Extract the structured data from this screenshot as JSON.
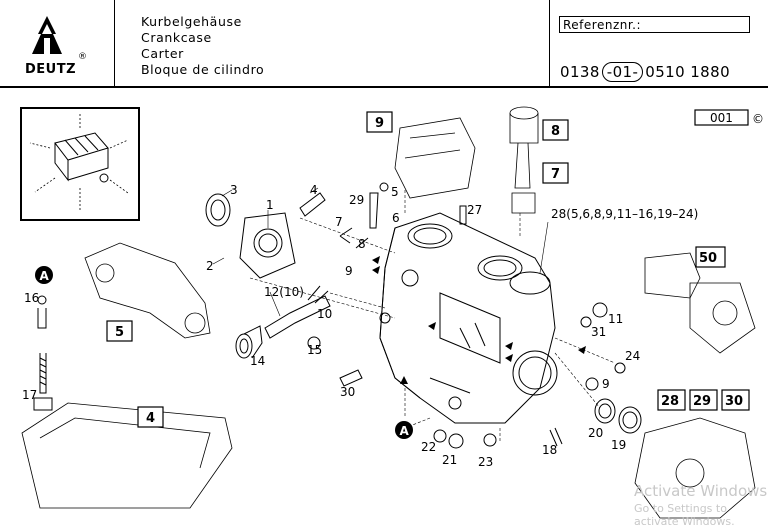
{
  "header": {
    "brand": "DEUTZ",
    "brand_mark": "®",
    "titles": [
      "Kurbelgehäuse",
      "Crankcase",
      "Carter",
      "Bloque de cilindro"
    ],
    "ref_label": "Referenznr.:",
    "ref_prefix": "0138",
    "ref_oval": "-01-",
    "ref_suffix": "0510  1880"
  },
  "diagram": {
    "page_box": "001",
    "copyright": "©",
    "callout_A": "A",
    "callout_B": "A",
    "boxes": [
      "9",
      "8",
      "7",
      "50",
      "5",
      "4",
      "28",
      "29",
      "30"
    ],
    "labels": {
      "l3": "3",
      "l4": "4",
      "l1": "1",
      "l29": "29",
      "l5": "5",
      "l6": "6",
      "l7": "7",
      "l8": "8",
      "l27": "27",
      "l28": "28(5,6,8,9,11–16,19–24)",
      "l2": "2",
      "l9a": "9",
      "l12": "12(10)",
      "l10": "10",
      "l14": "14",
      "l15": "15",
      "l16": "16",
      "l17": "17",
      "l30": "30",
      "l31": "31",
      "l11": "11",
      "l24": "24",
      "l9b": "9",
      "l20": "20",
      "l19": "19",
      "l22": "22",
      "l21": "21",
      "l23": "23",
      "l18": "18"
    }
  },
  "watermark": {
    "title": "Activate Windows",
    "subtitle": "Go to Settings to activate Windows."
  }
}
